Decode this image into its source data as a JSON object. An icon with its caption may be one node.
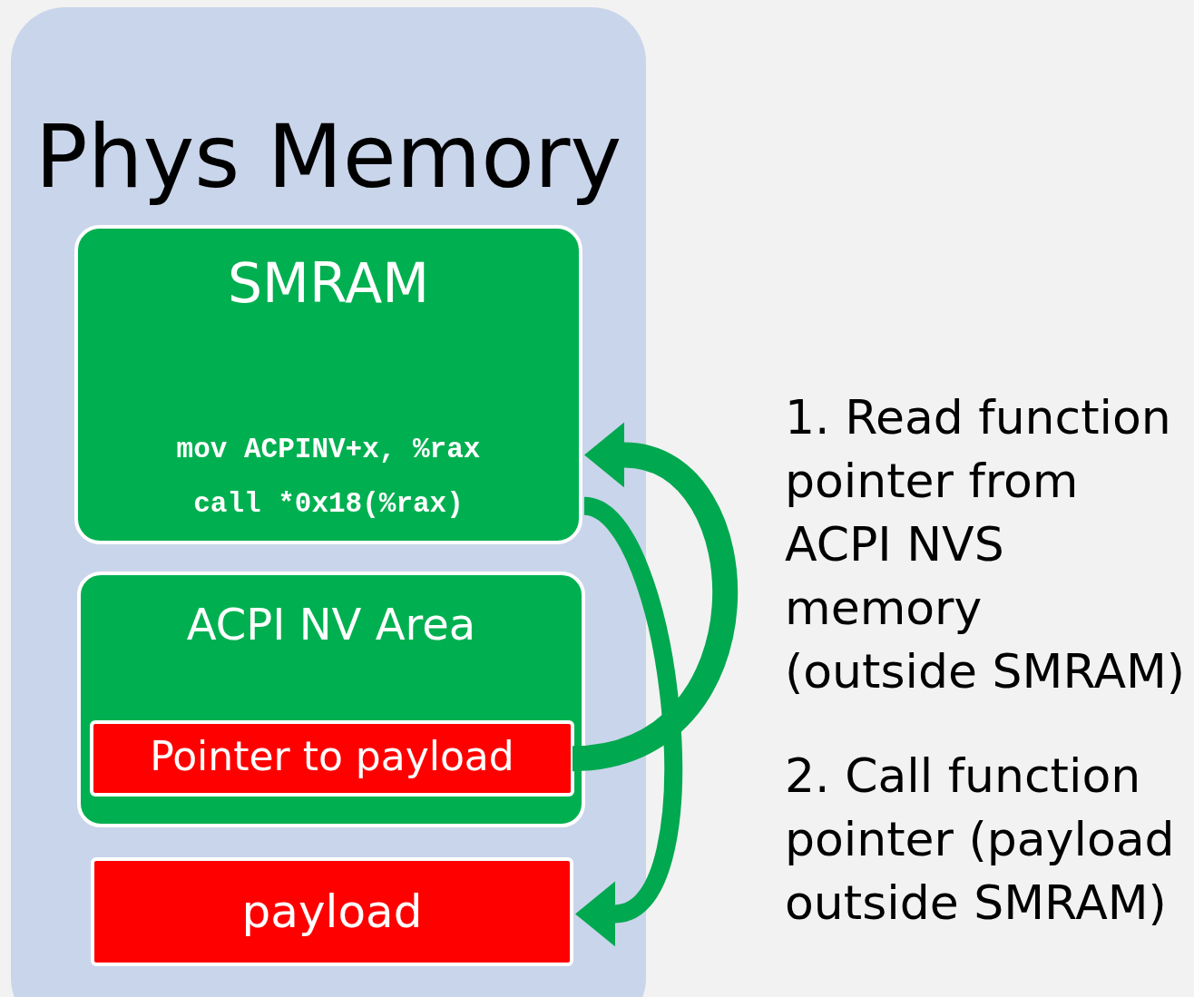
{
  "diagram": {
    "nodes": [
      {
        "text": [
          "Phys Memory"
        ]
      },
      {
        "text": [
          "SMRAM",
          "mov ACPINV+x, %rax",
          "call *0x18(%rax)"
        ],
        "in": 0
      },
      {
        "text": [
          "ACPI NV Area"
        ],
        "in": 0
      },
      {
        "text": [
          "Pointer to payload"
        ],
        "in": 2
      },
      {
        "text": [
          "payload"
        ],
        "in": 0
      }
    ],
    "edges": [
      {
        "from": 3,
        "to": 1,
        "arrow": "to"
      },
      {
        "from": 1,
        "to": 4,
        "arrow": "to"
      }
    ],
    "labels": [
      "1. Read function pointer from ACPI NVS memory (outside SMRAM)",
      "2. Call function pointer (payload outside SMRAM)"
    ]
  }
}
